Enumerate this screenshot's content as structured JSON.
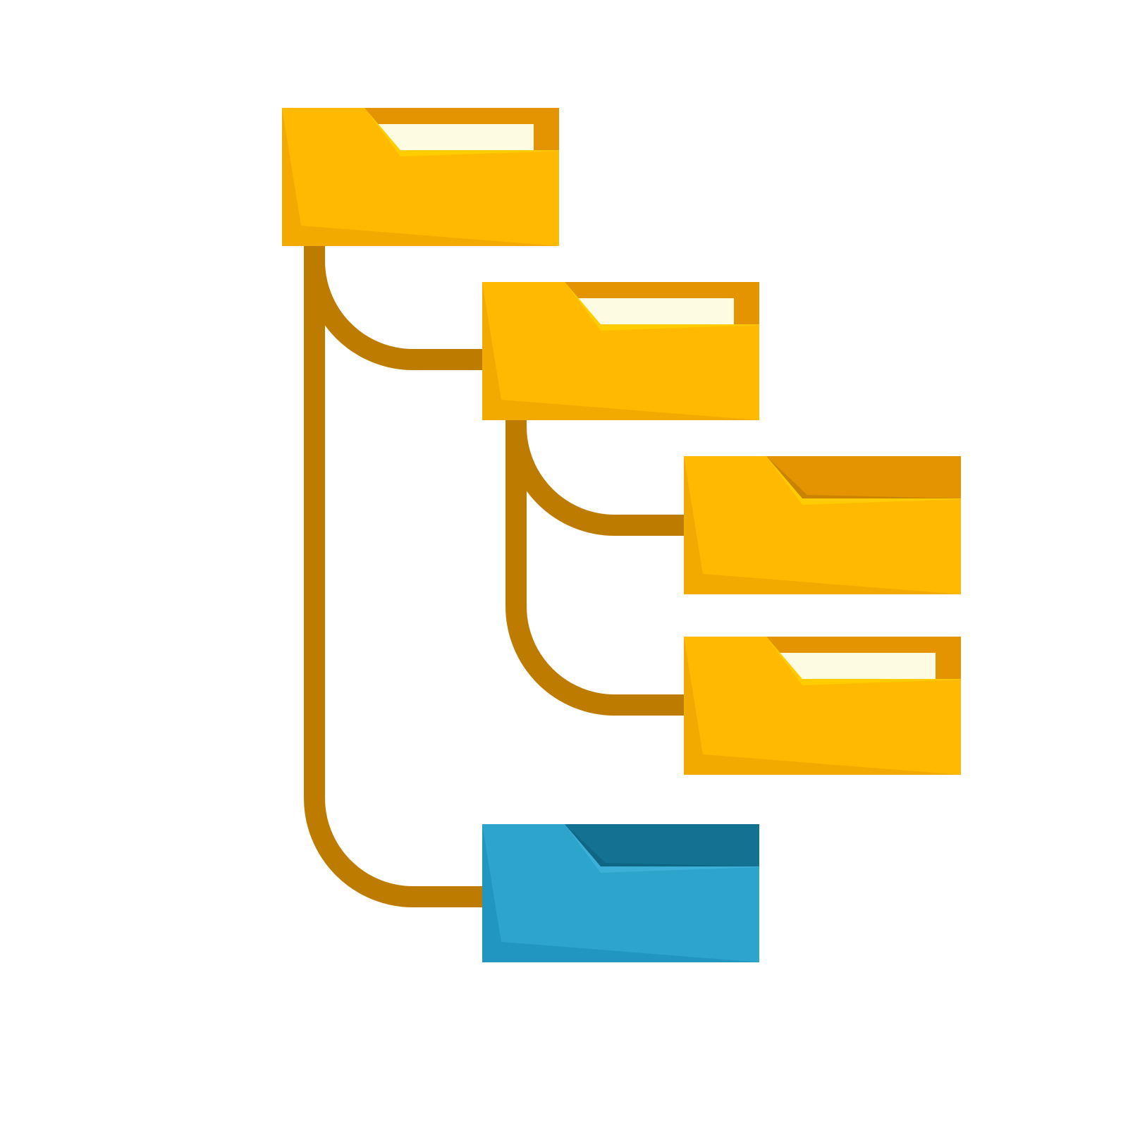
{
  "colors": {
    "connector": "#BD7C00",
    "folder_front": "#FFBA00",
    "folder_front_shade": "#F2AA00",
    "folder_back": "#E39400",
    "folder_back_shade": "#C98300",
    "folder_rim": "#FFCC00",
    "paper": "#FEFBE3",
    "blue_front": "#2DA4CB",
    "blue_front_shade": "#2196BE",
    "blue_back": "#137292",
    "blue_back_shade": "#0F6584",
    "blue_rim": "#3DB0D8",
    "background": "#FFFFFF"
  },
  "folders": [
    {
      "id": "root-folder",
      "color": "yellow",
      "has_paper": true
    },
    {
      "id": "subfolder-1",
      "color": "yellow",
      "has_paper": true
    },
    {
      "id": "subfolder-1-1",
      "color": "yellow",
      "has_paper": false
    },
    {
      "id": "subfolder-1-2",
      "color": "yellow",
      "has_paper": true
    },
    {
      "id": "subfolder-2",
      "color": "blue",
      "has_paper": false
    }
  ],
  "connectors": [
    {
      "from": "root-folder",
      "to": "subfolder-1"
    },
    {
      "from": "root-folder",
      "to": "subfolder-2"
    },
    {
      "from": "subfolder-1",
      "to": "subfolder-1-1"
    },
    {
      "from": "subfolder-1",
      "to": "subfolder-1-2"
    }
  ]
}
